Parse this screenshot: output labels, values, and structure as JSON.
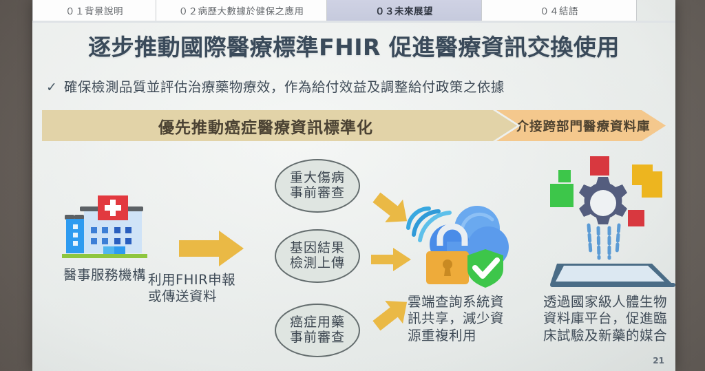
{
  "slide": {
    "page_number": "21",
    "title": "逐步推動國際醫療標準FHIR 促進醫療資訊交換使用",
    "bullet": {
      "marker": "✓",
      "text": "確保檢測品質並評估治療藥物療效，作為給付效益及調整給付政策之依據"
    }
  },
  "tabs": [
    {
      "label": "０１背景說明",
      "active": false
    },
    {
      "label": "０２病歷大數據於健保之應用",
      "active": false
    },
    {
      "label": "０３未來展望",
      "active": true
    },
    {
      "label": "０４結語",
      "active": false
    }
  ],
  "banner": {
    "left_label": "優先推動癌症醫療資訊標準化",
    "right_label": "介接跨部門醫療資料庫",
    "left_color": "#e2d3a8",
    "right_color": "#f4c88d"
  },
  "diagram": {
    "hospital": {
      "icon": "hospital-icon",
      "caption": "醫事服務機構"
    },
    "flow_arrow": {
      "icon": "right-arrow-icon",
      "caption_line1": "利用FHIR申報",
      "caption_line2": "或傳送資料"
    },
    "review_items": [
      {
        "line1": "重大傷病",
        "line2": "事前審查"
      },
      {
        "line1": "基因結果",
        "line2": "檢測上傳"
      },
      {
        "line1": "癌症用藥",
        "line2": "事前審查"
      }
    ],
    "cloud": {
      "icon": "secure-cloud-icon",
      "caption_line1": "雲端查詢系統資",
      "caption_line2": "訊共享，減少資",
      "caption_line3": "源重複利用"
    },
    "biobank": {
      "icon": "gear-laptop-icon",
      "caption_line1": "透過國家級人體生物",
      "caption_line2": "資料庫平台，促進臨",
      "caption_line3": "床試驗及新藥的媒合"
    },
    "arrow_color": "#eab945"
  }
}
